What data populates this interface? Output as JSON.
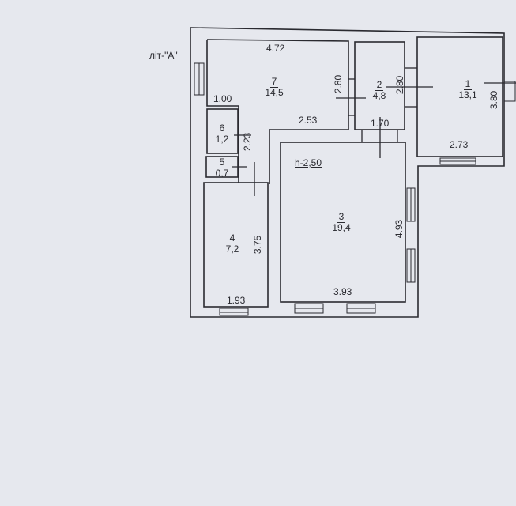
{
  "plan": {
    "building_label": "літ-\"А\"",
    "ceiling_height": "h-2,50",
    "rooms": [
      {
        "number": "1",
        "area": "13,1"
      },
      {
        "number": "2",
        "area": "4,8"
      },
      {
        "number": "3",
        "area": "19,4"
      },
      {
        "number": "4",
        "area": "7,2"
      },
      {
        "number": "5",
        "area": "0,7"
      },
      {
        "number": "6",
        "area": "1,2"
      },
      {
        "number": "7",
        "area": "14,5"
      }
    ],
    "dimensions": {
      "r7_top": "4.72",
      "r7_side": "2.80",
      "r7_bottom": "2.53",
      "r7_left": "1.00",
      "r2_side": "2.80",
      "r2_bottom": "1.70",
      "r1_side": "3.80",
      "r1_bottom": "2.73",
      "r6_side": "2.23",
      "r4_side": "3.75",
      "r4_bottom": "1.93",
      "r3_side": "4.93",
      "r3_bottom": "3.93"
    }
  }
}
